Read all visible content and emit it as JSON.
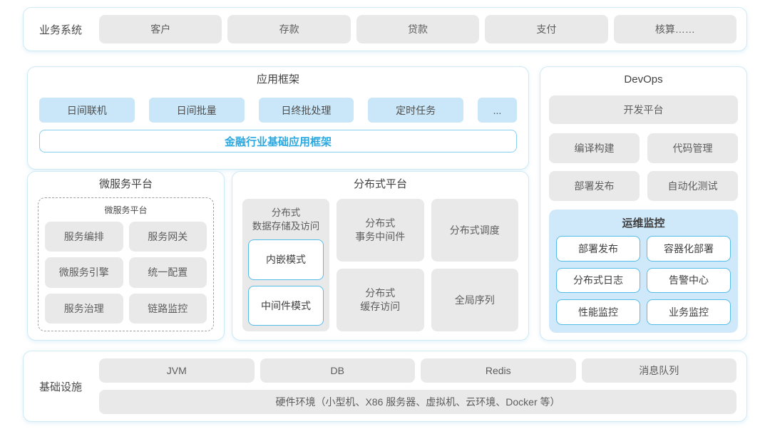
{
  "colors": {
    "accent_blue": "#29a9e0",
    "panel_border": "#cfeaf5",
    "gray_box_bg": "#e9e9e9",
    "blue_box_bg": "#c9e7f8",
    "ops_panel_bg": "#cfe9fa",
    "white_box_border": "#54bce9"
  },
  "business_systems": {
    "label": "业务系统",
    "items": [
      "客户",
      "存款",
      "贷款",
      "支付",
      "核算……"
    ]
  },
  "app_framework": {
    "title": "应用框架",
    "items": [
      "日间联机",
      "日间批量",
      "日终批处理",
      "定时任务",
      "..."
    ],
    "base_bar": "金融行业基础应用框架"
  },
  "microservice_platform": {
    "title": "微服务平台",
    "inner_title": "微服务平台",
    "items": [
      "服务编排",
      "服务网关",
      "微服务引擎",
      "统一配置",
      "服务治理",
      "链路监控"
    ]
  },
  "distributed_platform": {
    "title": "分布式平台",
    "storage": {
      "label": "分布式\n数据存储及访问",
      "modes": [
        "内嵌模式",
        "中间件模式"
      ]
    },
    "cells": [
      "分布式\n事务中间件",
      "分布式调度",
      "分布式\n缓存访问",
      "全局序列"
    ]
  },
  "devops": {
    "title": "DevOps",
    "dev_platform": "开发平台",
    "items": [
      "编译构建",
      "代码管理",
      "部署发布",
      "自动化测试"
    ],
    "ops_monitor": {
      "title": "运维监控",
      "items": [
        "部署发布",
        "容器化部署",
        "分布式日志",
        "告警中心",
        "性能监控",
        "业务监控"
      ]
    }
  },
  "infrastructure": {
    "label": "基础设施",
    "items": [
      "JVM",
      "DB",
      "Redis",
      "消息队列"
    ],
    "hardware": "硬件环境（小型机、X86 服务器、虚拟机、云环境、Docker 等）"
  }
}
